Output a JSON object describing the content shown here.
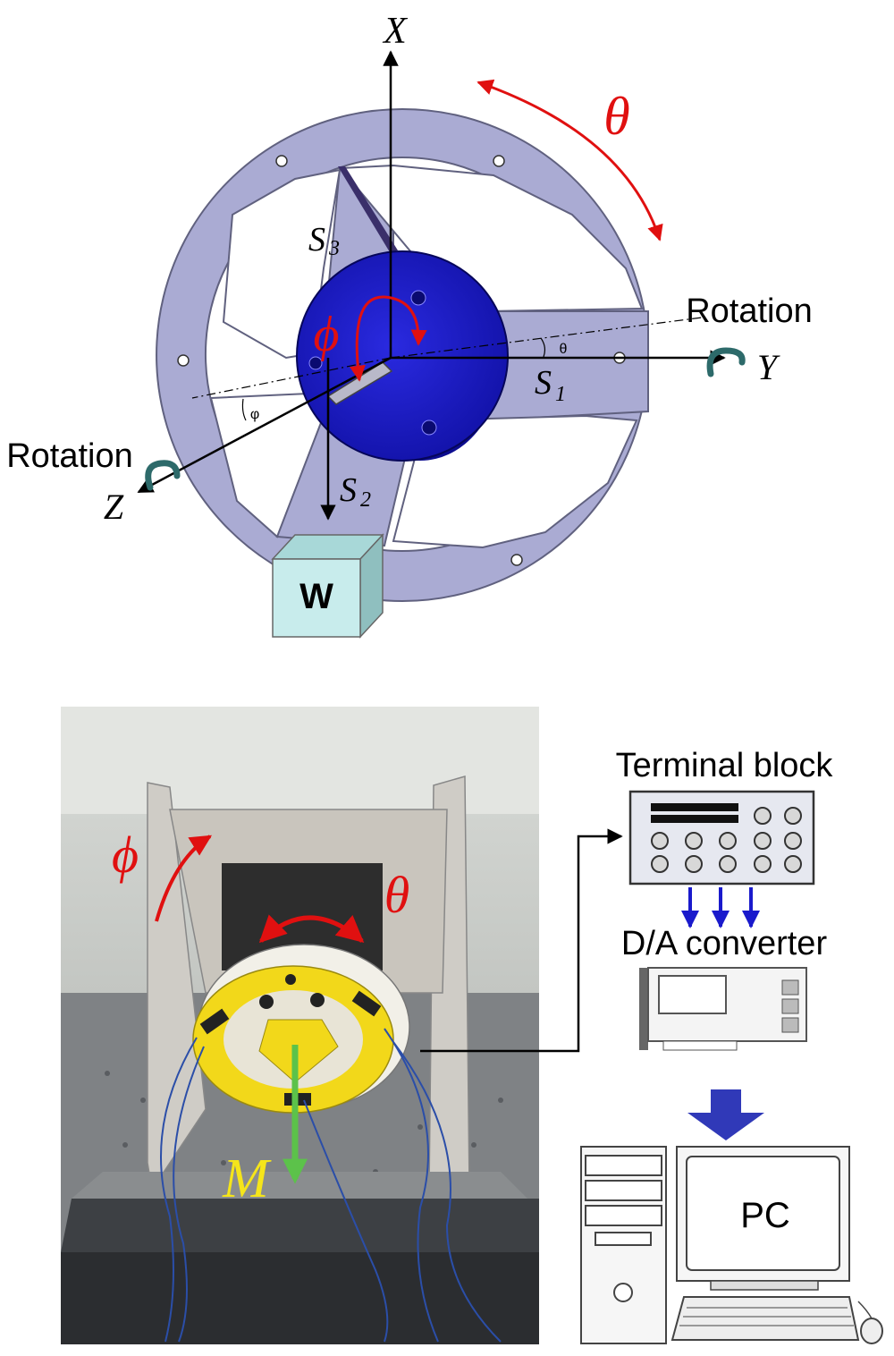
{
  "top_diagram": {
    "axes": {
      "x": "X",
      "y": "Y",
      "z": "Z"
    },
    "angles": {
      "theta": "θ",
      "phi": "ϕ",
      "theta_small": "θ",
      "phi_small": "φ"
    },
    "spokes": {
      "s1": "S",
      "s1_sub": "1",
      "s2": "S",
      "s2_sub": "2",
      "s3": "S",
      "s3_sub": "3"
    },
    "rotation_y_label": "Rotation",
    "rotation_z_label": "Rotation",
    "weight_label": "W",
    "colors": {
      "ring": "#aaabd3",
      "hub": "#1a1acc",
      "accent": "#e01010",
      "weight": "#c8ecec"
    }
  },
  "photo_panel": {
    "phi_label": "ϕ",
    "theta_label": "θ",
    "moment_label": "M",
    "colors": {
      "sensor": "#f2d81a",
      "moment_arrow": "#5cc24a",
      "moment_label": "#f5e51a"
    }
  },
  "system": {
    "terminal_block_label": "Terminal block",
    "da_converter_label": "D/A converter",
    "pc_label": "PC",
    "colors": {
      "arrows": "#1a1acc",
      "big_arrow": "#3039b8"
    }
  }
}
